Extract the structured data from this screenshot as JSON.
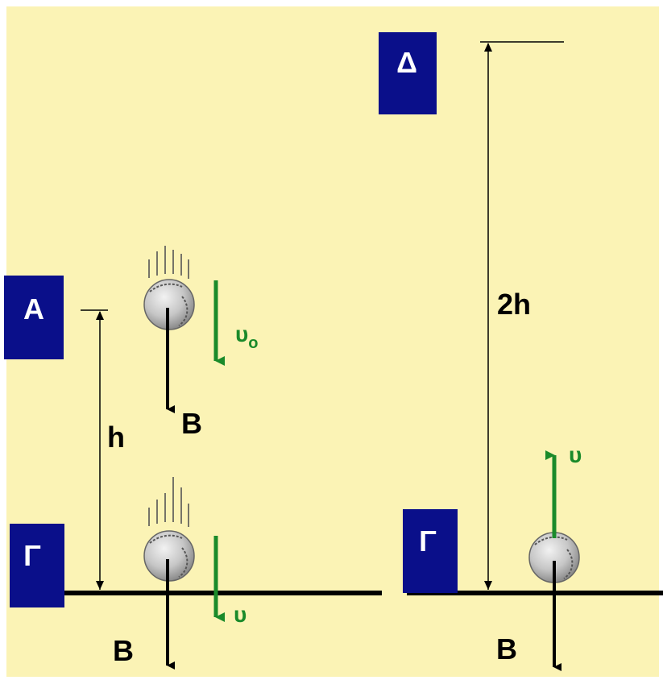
{
  "labels": {
    "pos_a": "Α",
    "pos_gamma_left": "Γ",
    "pos_delta": "Δ",
    "pos_gamma_right": "Γ",
    "height_h": "h",
    "height_2h": "2h",
    "weight_1": "B",
    "weight_2": "B",
    "weight_3": "B",
    "velocity_initial": "υ",
    "velocity_initial_sub": "ο",
    "velocity_ground": "υ",
    "velocity_rebound": "υ"
  },
  "colors": {
    "background": "#fbf3b5",
    "box": "#0a0f8a",
    "ground": "#000000",
    "velocity_arrow": "#1a8a2a",
    "ball": "#c8c8c8"
  }
}
